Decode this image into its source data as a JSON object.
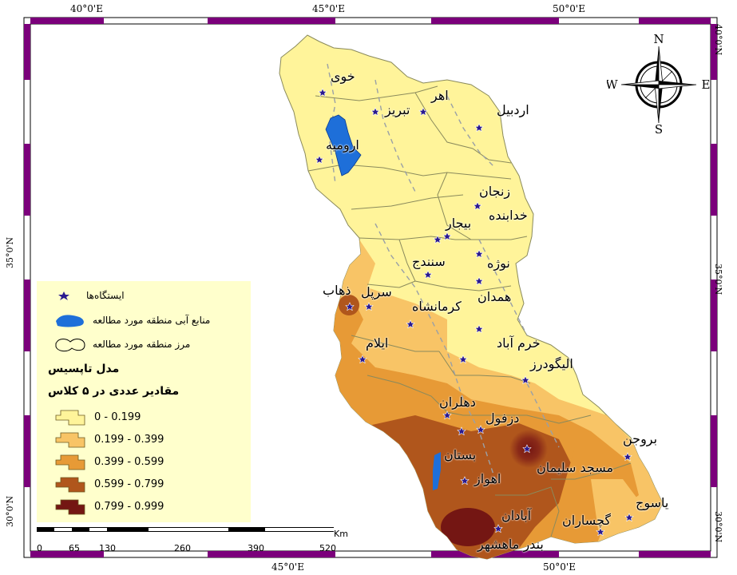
{
  "graticule": {
    "top": [
      "40°0'E",
      "45°0'E",
      "50°0'E"
    ],
    "bottom": [
      "45°0'E",
      "50°0'E"
    ],
    "left": [
      "35°0'N",
      "30°0'N"
    ],
    "right": [
      "40°0'N",
      "35°0'N",
      "30°0'N"
    ]
  },
  "compass": {
    "n": "N",
    "s": "S",
    "e": "E",
    "w": "W"
  },
  "legend": {
    "stations": "ایستگاه‌ها",
    "water": "منابع آبی منطقه مورد مطالعه",
    "boundary": "مرز منطقه مورد مطالعه",
    "model_title": "مدل تاپسیس",
    "classes_title": "مقادیر عددی در ۵ کلاس",
    "classes": [
      {
        "label": "0 - 0.199",
        "color": "#fff49a"
      },
      {
        "label": "0.199 - 0.399",
        "color": "#f8c466"
      },
      {
        "label": "0.399 - 0.599",
        "color": "#e79a36"
      },
      {
        "label": "0.599 - 0.799",
        "color": "#b0561c"
      },
      {
        "label": "0.799 - 0.999",
        "color": "#741613"
      }
    ]
  },
  "scalebar": {
    "unit": "Km",
    "ticks": [
      "0",
      "65",
      "130",
      "260",
      "390",
      "520"
    ]
  },
  "cities": [
    "خوی",
    "اهر",
    "تبریز",
    "اردبیل",
    "ارومیه",
    "زنجان",
    "خدابنده",
    "بیجار",
    "نوژه",
    "سنندج",
    "همدان",
    "ذهاب",
    "سرپل",
    "کرمانشاه",
    "خرم آباد",
    "ایلام",
    "الیگودرز",
    "دهلران",
    "دزفول",
    "بروجن",
    "بستان",
    "مسجد سلیمان",
    "اهواز",
    "یاسوج",
    "آبادان",
    "گچساران",
    "بندر ماهشهر"
  ],
  "colors": {
    "frame_white": "#ffffff",
    "frame_purple": "#7b007b",
    "legend_bg": "#ffffcc",
    "water": "#1e6fd9",
    "station": "#2a1a8f"
  }
}
